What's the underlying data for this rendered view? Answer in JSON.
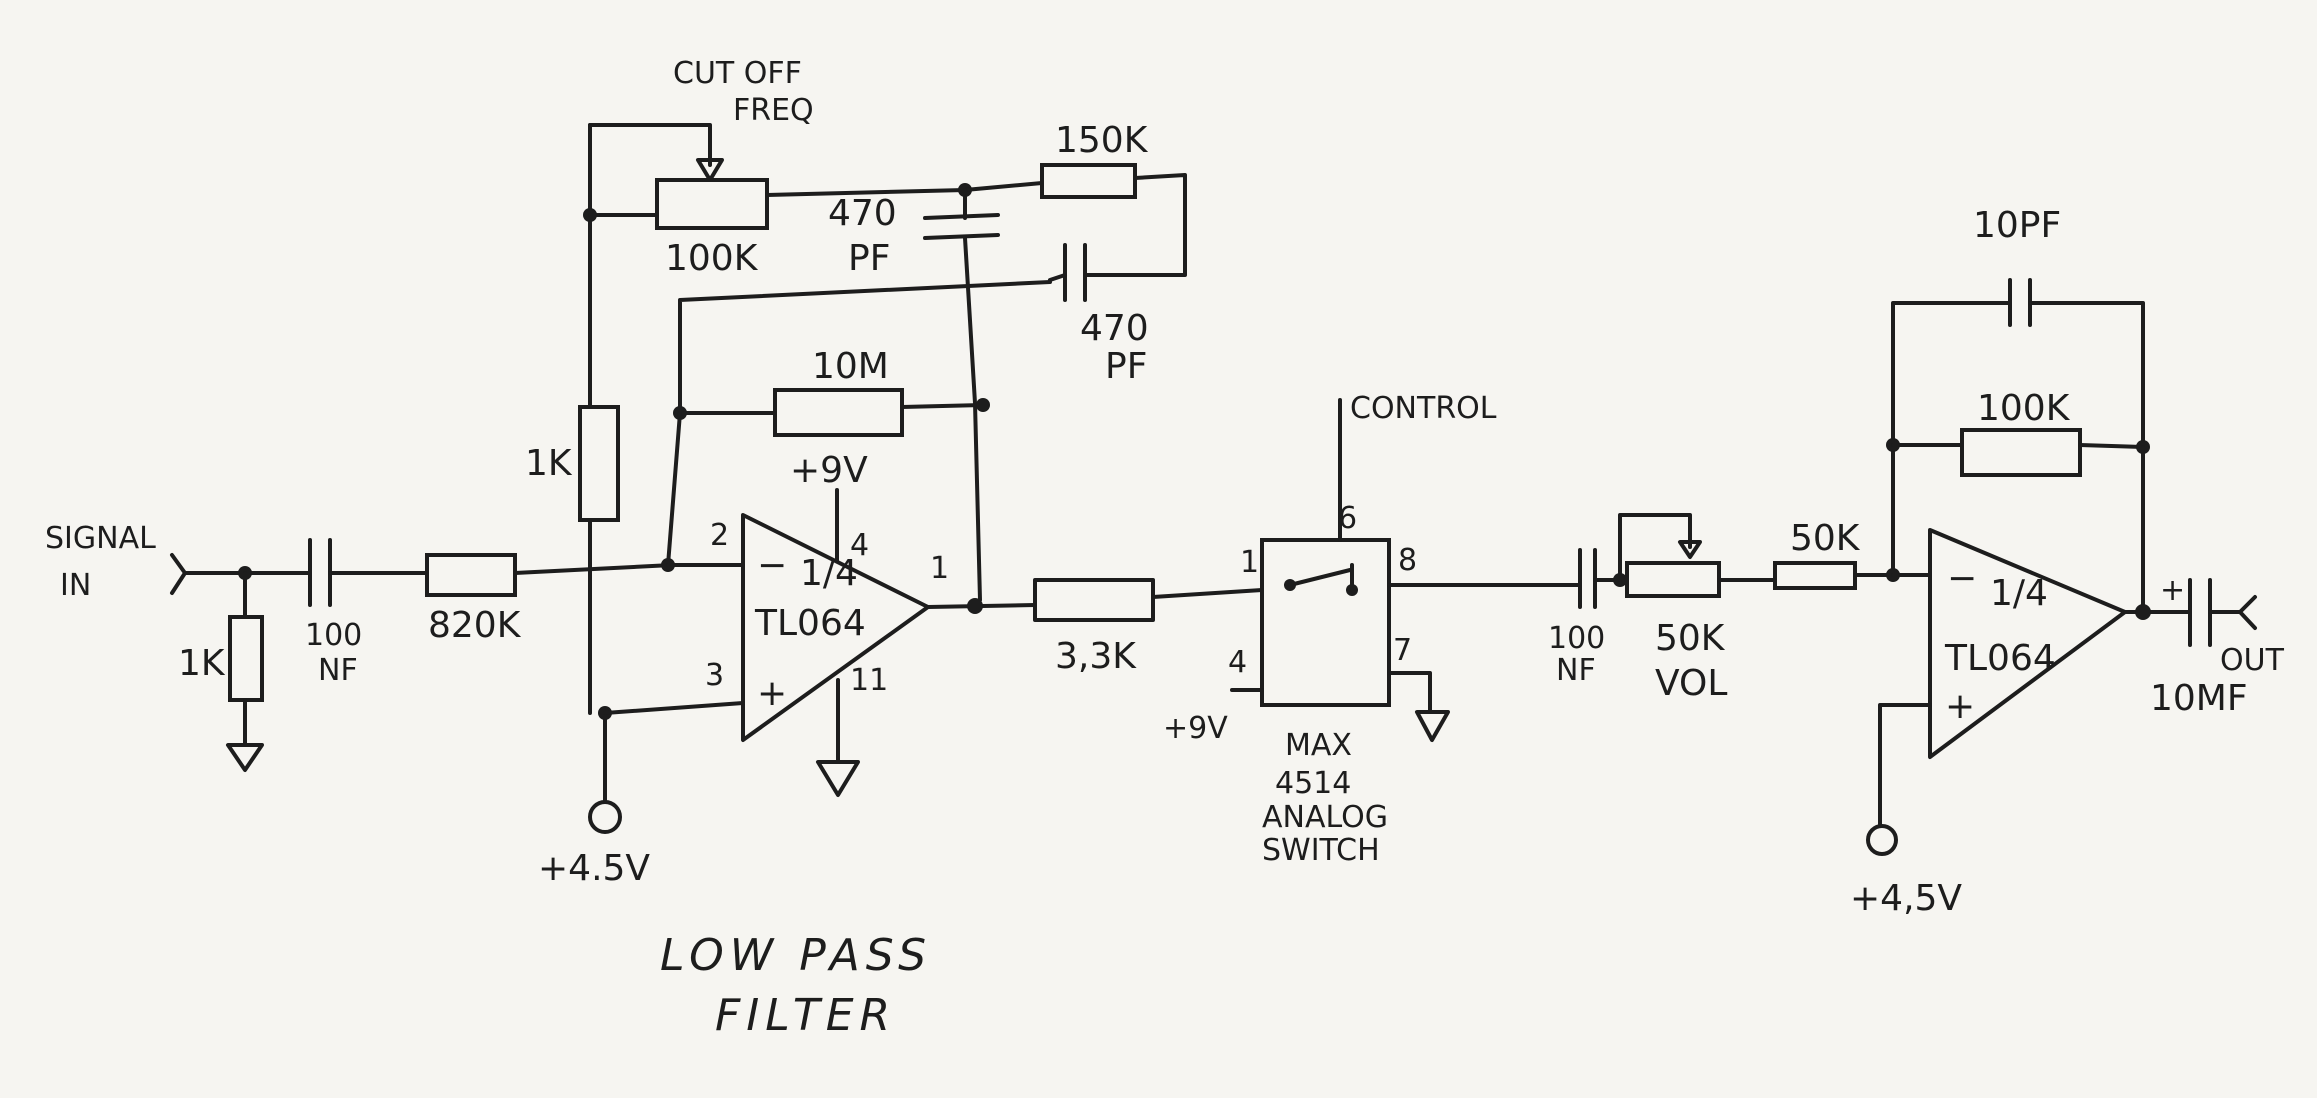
{
  "labels": {
    "signal_in_1": "SIGNAL",
    "signal_in_2": "IN",
    "r_in_shunt": "1K",
    "c_in_1": "100",
    "c_in_2": "NF",
    "r_in": "820K",
    "r_bias": "1K",
    "cutoff_1": "CUT OFF",
    "cutoff_2": "FREQ",
    "pot_cutoff": "100K",
    "c_470_a_1": "470",
    "c_470_a_2": "PF",
    "r_150k": "150K",
    "c_470_b_1": "470",
    "c_470_b_2": "PF",
    "r_10m": "10M",
    "v_plus9_top": "+9V",
    "pin_2": "2",
    "pin_3": "3",
    "pin_4": "4",
    "pin_11": "11",
    "pin_1": "1",
    "opamp1_1": "1/4",
    "opamp1_2": "TL064",
    "minus_1": "−",
    "plus_1": "+",
    "v_bias_1": "+4.5V",
    "r_3k3": "3,3K",
    "control": "CONTROL",
    "sw_pin_6": "6",
    "sw_pin_1": "1",
    "sw_pin_8": "8",
    "sw_pin_4": "4",
    "sw_pin_7": "7",
    "v_plus9_sw": "+9V",
    "sw_name_1": "MAX",
    "sw_name_2": "4514",
    "sw_name_3": "ANALOG",
    "sw_name_4": "SWITCH",
    "c_out_1": "100",
    "c_out_2": "NF",
    "pot_vol_1": "50K",
    "pot_vol_2": "VOL",
    "r_50k": "50K",
    "c_10pf": "10PF",
    "r_100k_fb": "100K",
    "opamp2_1": "1/4",
    "opamp2_2": "TL064",
    "minus_2": "−",
    "plus_2": "+",
    "v_bias_2": "+4,5V",
    "cap_out_plus": "+",
    "out": "OUT",
    "c_10mf": "10MF",
    "title_1": "LOW  PASS",
    "title_2": "FILTER"
  }
}
